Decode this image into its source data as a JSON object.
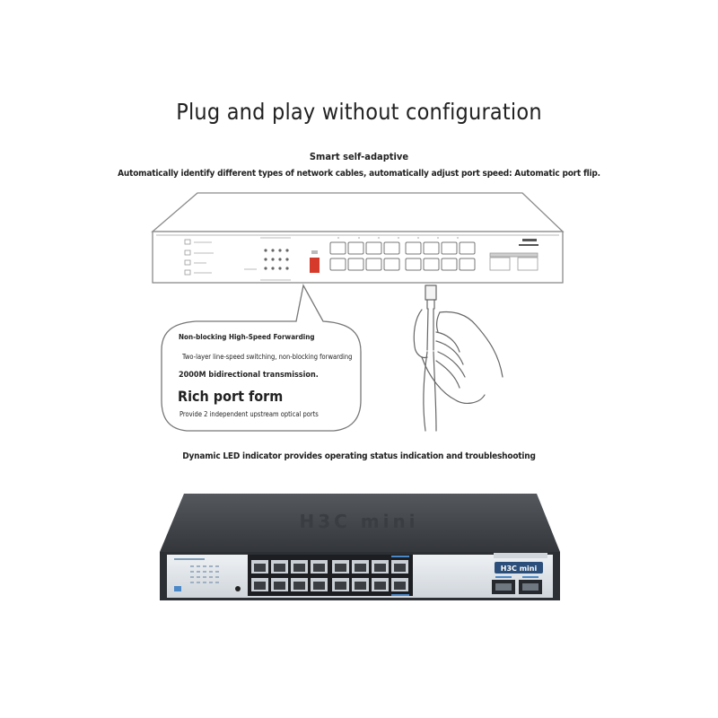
{
  "heading": {
    "title": "Plug and play without configuration",
    "subtitle": "Smart self-adaptive",
    "description": "Automatically identify different types of network cables, automatically adjust port speed: Automatic port flip."
  },
  "callout": {
    "feature_1": "Non-blocking High-Speed Forwarding",
    "feature_1_detail": "Two-layer line-speed switching, non-blocking forwarding",
    "feature_2": "2000M bidirectional transmission.",
    "feature_3": "Rich port form",
    "feature_3_detail": "Provide 2 independent upstream optical ports"
  },
  "led_caption": "Dynamic LED indicator provides operating status indication and troubleshooting",
  "diagram": {
    "switch_ports": 16,
    "sfp_ports": 2,
    "icons": [
      "network-switch-line-drawing-icon",
      "hand-holding-cable-icon",
      "network-switch-photo-icon"
    ]
  },
  "colors": {
    "text": "#222222",
    "outline": "#8a8a8a",
    "switch_body": "#3b3e42",
    "front_panel": "#dfe3e7",
    "accent_blue": "#4a88c8",
    "power_red": "#d63a2a"
  }
}
